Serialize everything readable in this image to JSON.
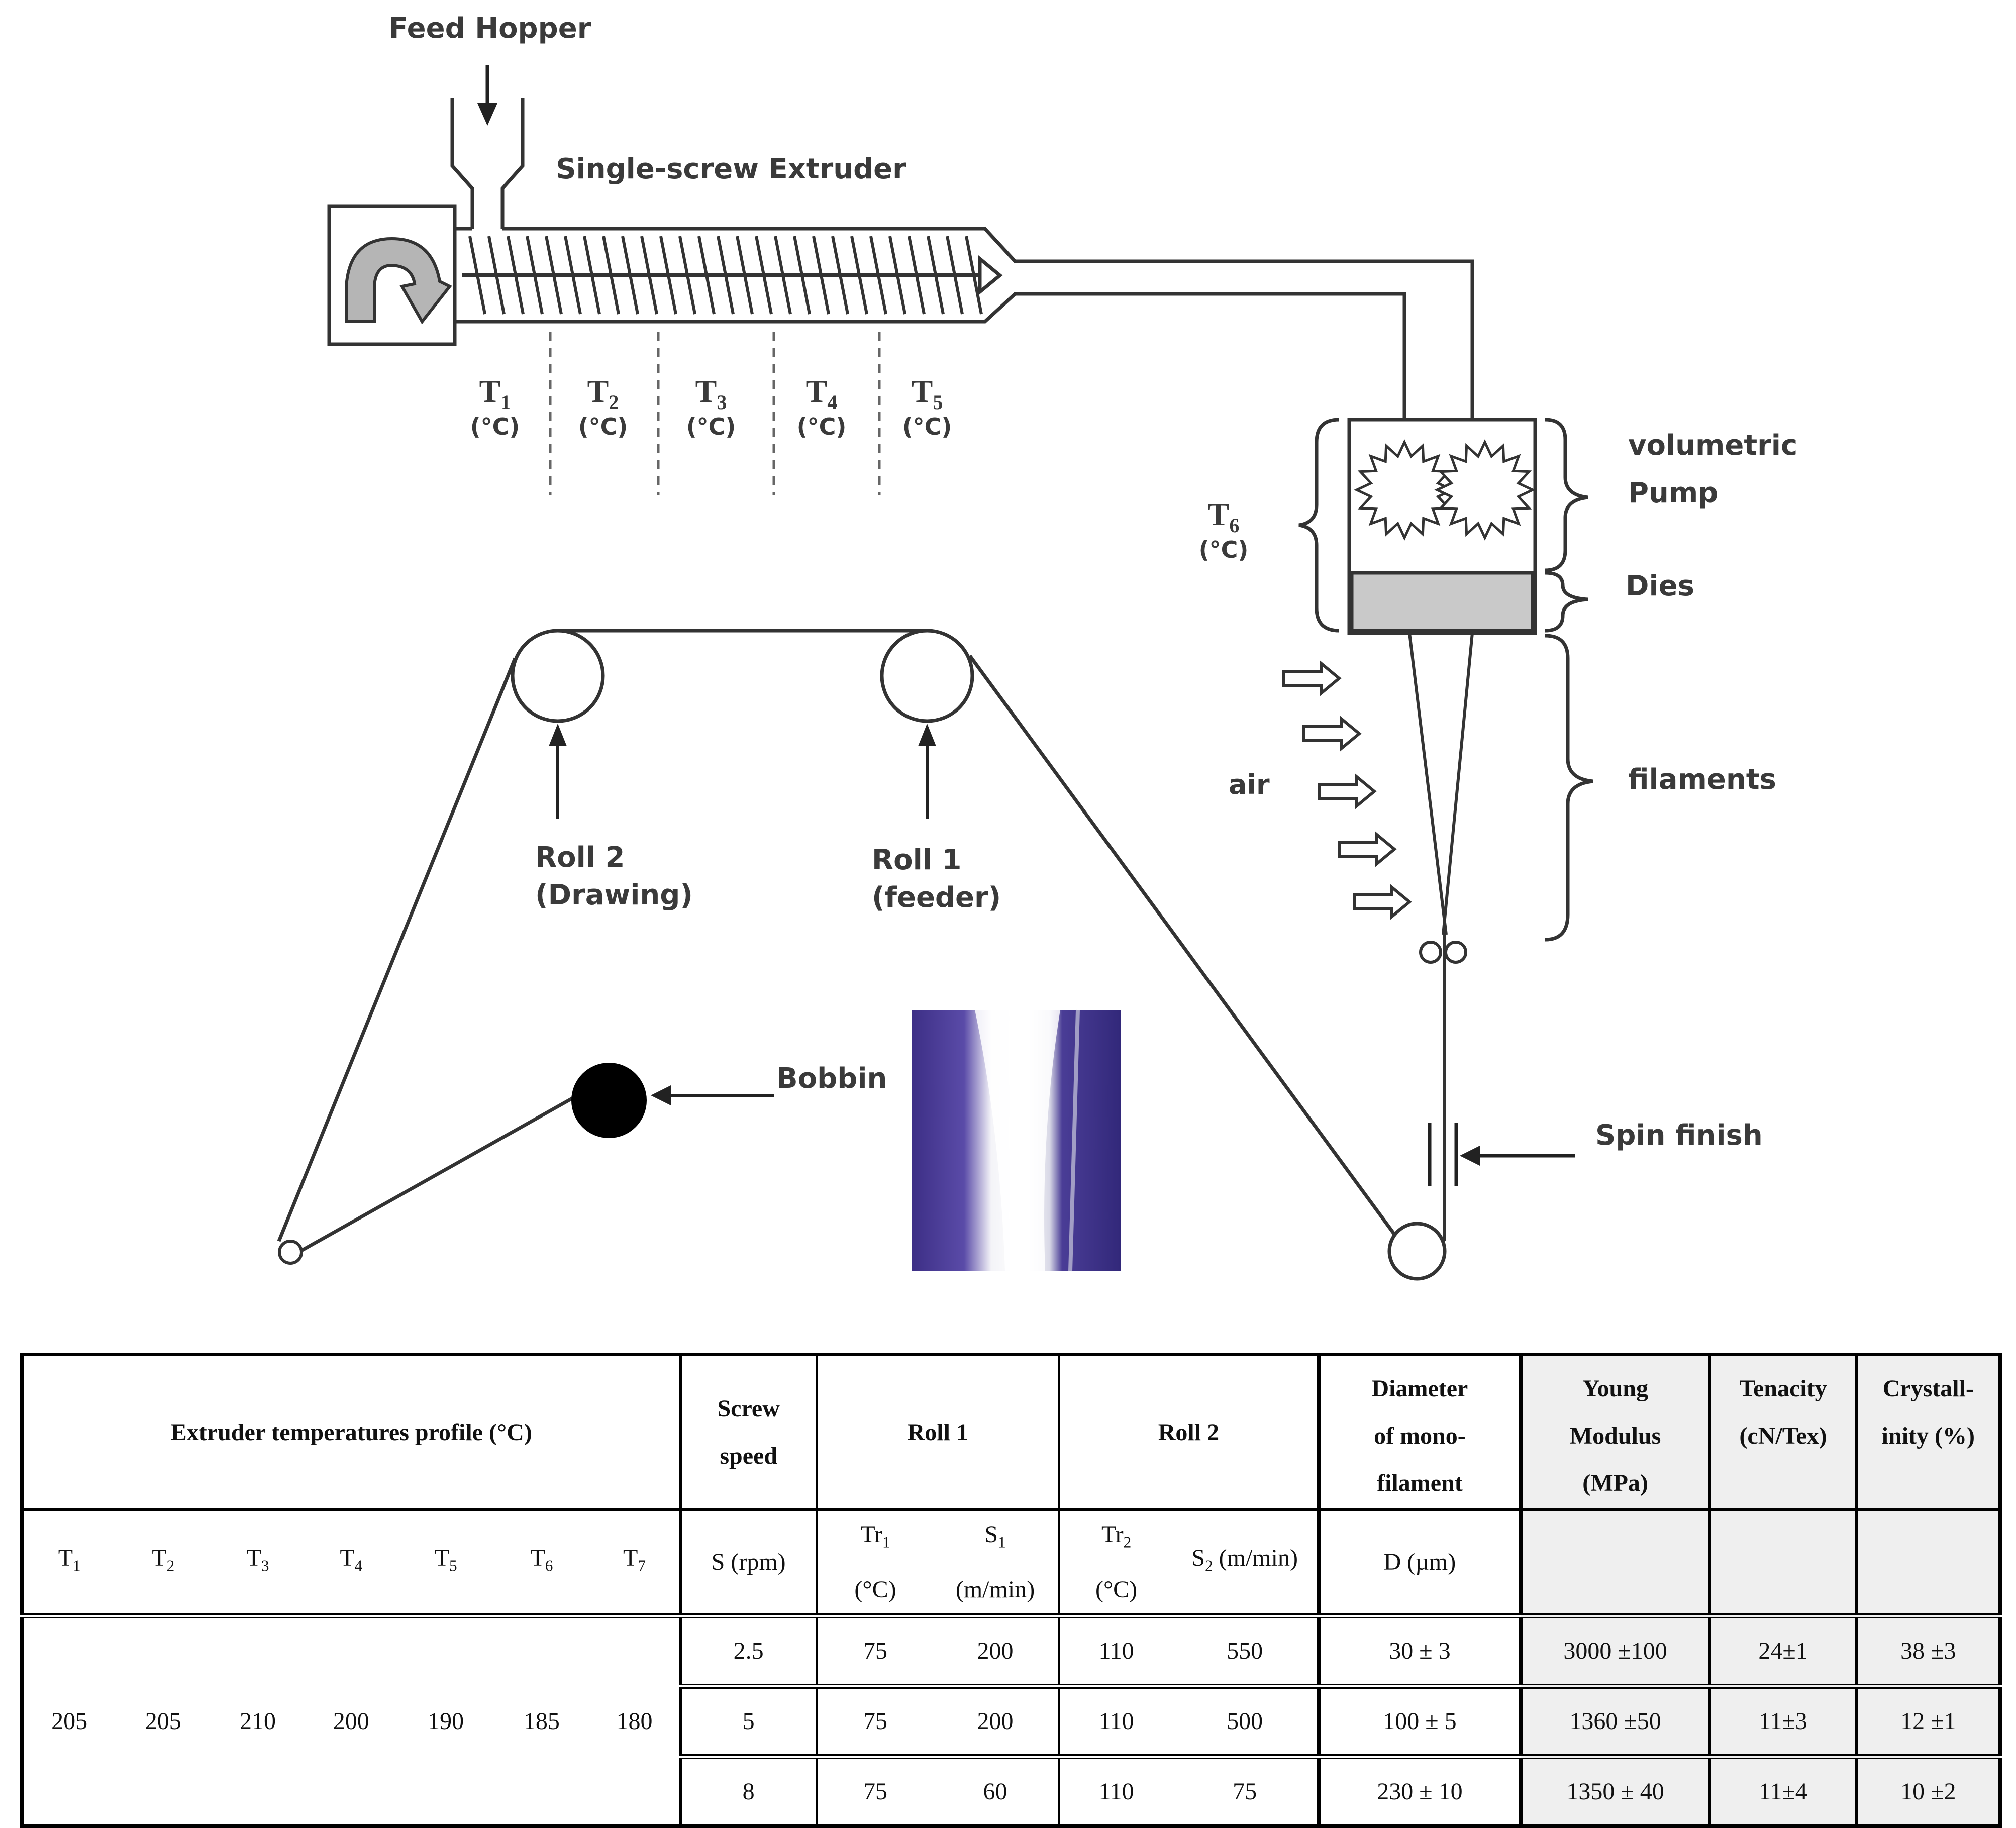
{
  "diagram": {
    "feed_hopper": "Feed Hopper",
    "extruder": "Single-screw Extruder",
    "zones": [
      {
        "label": "T",
        "sub": "1",
        "unit": "(°C)"
      },
      {
        "label": "T",
        "sub": "2",
        "unit": "(°C)"
      },
      {
        "label": "T",
        "sub": "3",
        "unit": "(°C)"
      },
      {
        "label": "T",
        "sub": "4",
        "unit": "(°C)"
      },
      {
        "label": "T",
        "sub": "5",
        "unit": "(°C)"
      }
    ],
    "pump_zone": {
      "label": "T",
      "sub": "6",
      "unit": "(°C)"
    },
    "volumetric": "volumetric",
    "pump": "Pump",
    "dies": "Dies",
    "filaments": "filaments",
    "air": "air",
    "roll2_line1": "Roll 2",
    "roll2_line2": "(Drawing)",
    "roll1_line1": "Roll 1",
    "roll1_line2": "(feeder)",
    "bobbin": "Bobbin",
    "spin_finish": "Spin finish"
  },
  "table": {
    "h_extruder": "Extruder temperatures profile (°C)",
    "h_screw": [
      "Screw",
      "speed"
    ],
    "h_roll1": "Roll 1",
    "h_roll2": "Roll 2",
    "h_diameter": [
      "Diameter",
      "of mono-",
      "filament"
    ],
    "h_young": [
      "Young",
      "Modulus",
      "(MPa)"
    ],
    "h_tenacity": [
      "Tenacity",
      "(cN/Tex)"
    ],
    "h_cryst": [
      "Crystall-",
      "inity (%)"
    ],
    "sub_t": [
      "1",
      "2",
      "3",
      "4",
      "5",
      "6",
      "7"
    ],
    "sub_s": "S (rpm)",
    "sub_tr1": [
      "Tr",
      "1",
      "(°C)"
    ],
    "sub_s1": [
      "S",
      "1",
      "(m/min)"
    ],
    "sub_tr2": [
      "Tr",
      "2",
      "(°C)"
    ],
    "sub_s2": [
      "S",
      "2",
      " (m/min)"
    ],
    "sub_d": "D (µm)",
    "temps": [
      "205",
      "205",
      "210",
      "200",
      "190",
      "185",
      "180"
    ],
    "rows": [
      {
        "s": "2.5",
        "tr1": "75",
        "s1": "200",
        "tr2": "110",
        "s2": "550",
        "d": "30 ± 3",
        "young": "3000 ±100",
        "ten": "24±1",
        "cry": "38 ±3"
      },
      {
        "s": "5",
        "tr1": "75",
        "s1": "200",
        "tr2": "110",
        "s2": "500",
        "d": "100 ± 5",
        "young": "1360 ±50",
        "ten": "11±3",
        "cry": "12 ±1"
      },
      {
        "s": "8",
        "tr1": "75",
        "s1": "60",
        "tr2": "110",
        "s2": "75",
        "d": "230 ± 10",
        "young": "1350 ± 40",
        "ten": "11±4",
        "cry": "10 ±2"
      }
    ]
  }
}
